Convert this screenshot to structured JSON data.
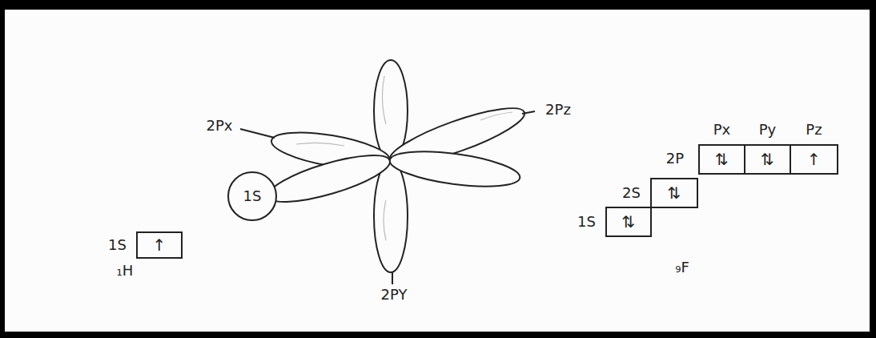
{
  "diagram": {
    "nodes": [
      {
        "text": [
          "1S",
          "↑"
        ]
      },
      {
        "text": [
          "1S"
        ]
      },
      {
        "text": [
          "Px",
          "⇅"
        ]
      },
      {
        "text": [
          "Py",
          "⇅"
        ]
      },
      {
        "text": [
          "Pz",
          "↑"
        ]
      },
      {
        "text": [
          "2S",
          "⇅"
        ]
      },
      {
        "text": [
          "1S",
          "⇅"
        ]
      }
    ],
    "labels": [
      "2Px",
      "2Pz",
      "2PY",
      "₁H",
      "2P",
      "₉F"
    ]
  }
}
